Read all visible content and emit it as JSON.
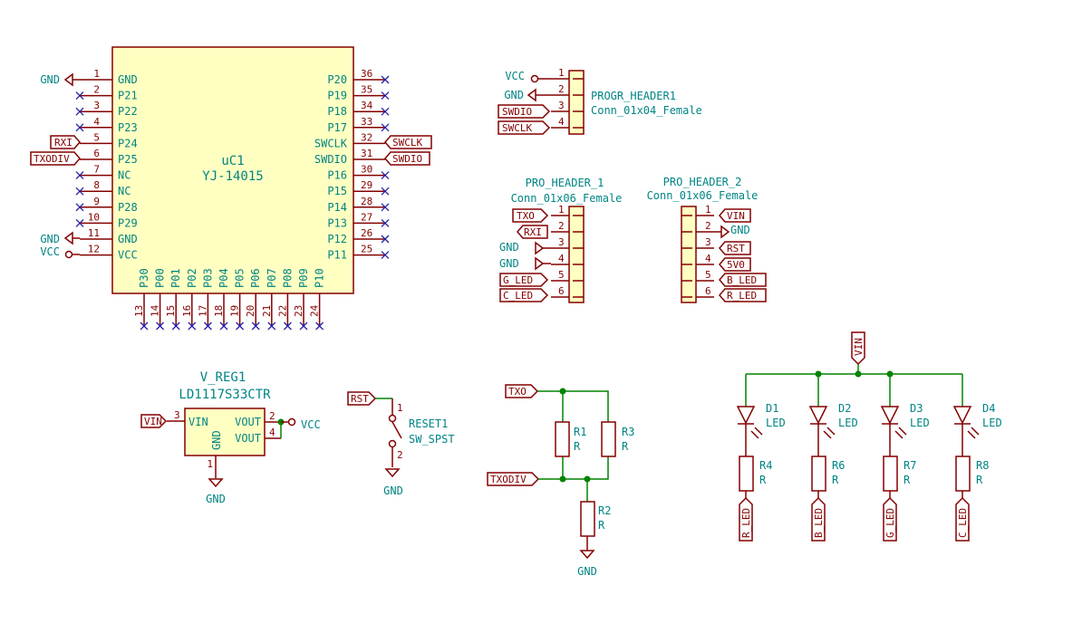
{
  "uc": {
    "ref": "uC1",
    "value": "YJ-14015",
    "left_pins": [
      {
        "num": "1",
        "name": "GND"
      },
      {
        "num": "2",
        "name": "P21"
      },
      {
        "num": "3",
        "name": "P22"
      },
      {
        "num": "4",
        "name": "P23"
      },
      {
        "num": "5",
        "name": "P24"
      },
      {
        "num": "6",
        "name": "P25"
      },
      {
        "num": "7",
        "name": "NC"
      },
      {
        "num": "8",
        "name": "NC"
      },
      {
        "num": "9",
        "name": "P28"
      },
      {
        "num": "10",
        "name": "P29"
      },
      {
        "num": "11",
        "name": "GND"
      },
      {
        "num": "12",
        "name": "VCC"
      }
    ],
    "right_pins": [
      {
        "num": "36",
        "name": "P20"
      },
      {
        "num": "35",
        "name": "P19"
      },
      {
        "num": "34",
        "name": "P18"
      },
      {
        "num": "33",
        "name": "P17"
      },
      {
        "num": "32",
        "name": "SWCLK"
      },
      {
        "num": "31",
        "name": "SWDIO"
      },
      {
        "num": "30",
        "name": "P16"
      },
      {
        "num": "29",
        "name": "P15"
      },
      {
        "num": "28",
        "name": "P14"
      },
      {
        "num": "27",
        "name": "P13"
      },
      {
        "num": "26",
        "name": "P12"
      },
      {
        "num": "25",
        "name": "P11"
      }
    ],
    "bottom_pins": [
      {
        "num": "13",
        "name": "P30"
      },
      {
        "num": "14",
        "name": "P00"
      },
      {
        "num": "15",
        "name": "P01"
      },
      {
        "num": "16",
        "name": "P02"
      },
      {
        "num": "17",
        "name": "P03"
      },
      {
        "num": "18",
        "name": "P04"
      },
      {
        "num": "19",
        "name": "P05"
      },
      {
        "num": "20",
        "name": "P06"
      },
      {
        "num": "21",
        "name": "P07"
      },
      {
        "num": "22",
        "name": "P08"
      },
      {
        "num": "23",
        "name": "P09"
      },
      {
        "num": "24",
        "name": "P10"
      }
    ],
    "nets": {
      "gnd1": "GND",
      "rxi": "RXI",
      "txodiv": "TXODIV",
      "gnd11": "GND",
      "vcc12": "VCC",
      "swclk": "SWCLK",
      "swdio": "SWDIO"
    }
  },
  "progr_header": {
    "ref": "PROGR_HEADER1",
    "value": "Conn_01x04_Female",
    "pins": [
      "1",
      "2",
      "3",
      "4"
    ],
    "nets": [
      "VCC",
      "GND",
      "SWDIO",
      "SWCLK"
    ]
  },
  "pro_header_1": {
    "ref": "PRO_HEADER_1",
    "value": "Conn_01x06_Female",
    "pins": [
      "1",
      "2",
      "3",
      "4",
      "5",
      "6"
    ],
    "nets": [
      "TXO",
      "RXI",
      "GND",
      "GND",
      "G_LED",
      "C_LED"
    ]
  },
  "pro_header_2": {
    "ref": "PRO_HEADER_2",
    "value": "Conn_01x06_Female",
    "pins": [
      "1",
      "2",
      "3",
      "4",
      "5",
      "6"
    ],
    "nets": [
      "VIN",
      "GND",
      "RST",
      "5V0",
      "B_LED",
      "R_LED"
    ]
  },
  "vreg": {
    "ref": "V_REG1",
    "value": "LD1117S33CTR",
    "pin_vin": "VIN",
    "pin_gnd": "GND",
    "pin_vout": "VOUT",
    "num_vin": "3",
    "num_gnd": "1",
    "num_vout1": "2",
    "num_vout2": "4",
    "net_in": "VIN",
    "net_out": "VCC",
    "net_gnd": "GND"
  },
  "reset": {
    "ref": "RESET1",
    "value": "SW_SPST",
    "net": "RST",
    "pin1": "1",
    "pin2": "2",
    "gnd": "GND"
  },
  "divider": {
    "net_top": "TXO",
    "net_mid": "TXODIV",
    "gnd": "GND",
    "r1": {
      "ref": "R1",
      "value": "R"
    },
    "r2": {
      "ref": "R2",
      "value": "R"
    },
    "r3": {
      "ref": "R3",
      "value": "R"
    }
  },
  "leds": {
    "net_supply": "VIN",
    "items": [
      {
        "d": "D1",
        "dv": "LED",
        "r": "R4",
        "rv": "R",
        "net": "R_LED"
      },
      {
        "d": "D2",
        "dv": "LED",
        "r": "R6",
        "rv": "R",
        "net": "B_LED"
      },
      {
        "d": "D3",
        "dv": "LED",
        "r": "R7",
        "rv": "R",
        "net": "G_LED"
      },
      {
        "d": "D4",
        "dv": "LED",
        "r": "R8",
        "rv": "R",
        "net": "C_LED"
      }
    ]
  },
  "colors": {
    "wire": "#008400",
    "body": "#ffffc2",
    "outline": "#840000",
    "text": "#008484",
    "no_connect": "#2222aa"
  }
}
